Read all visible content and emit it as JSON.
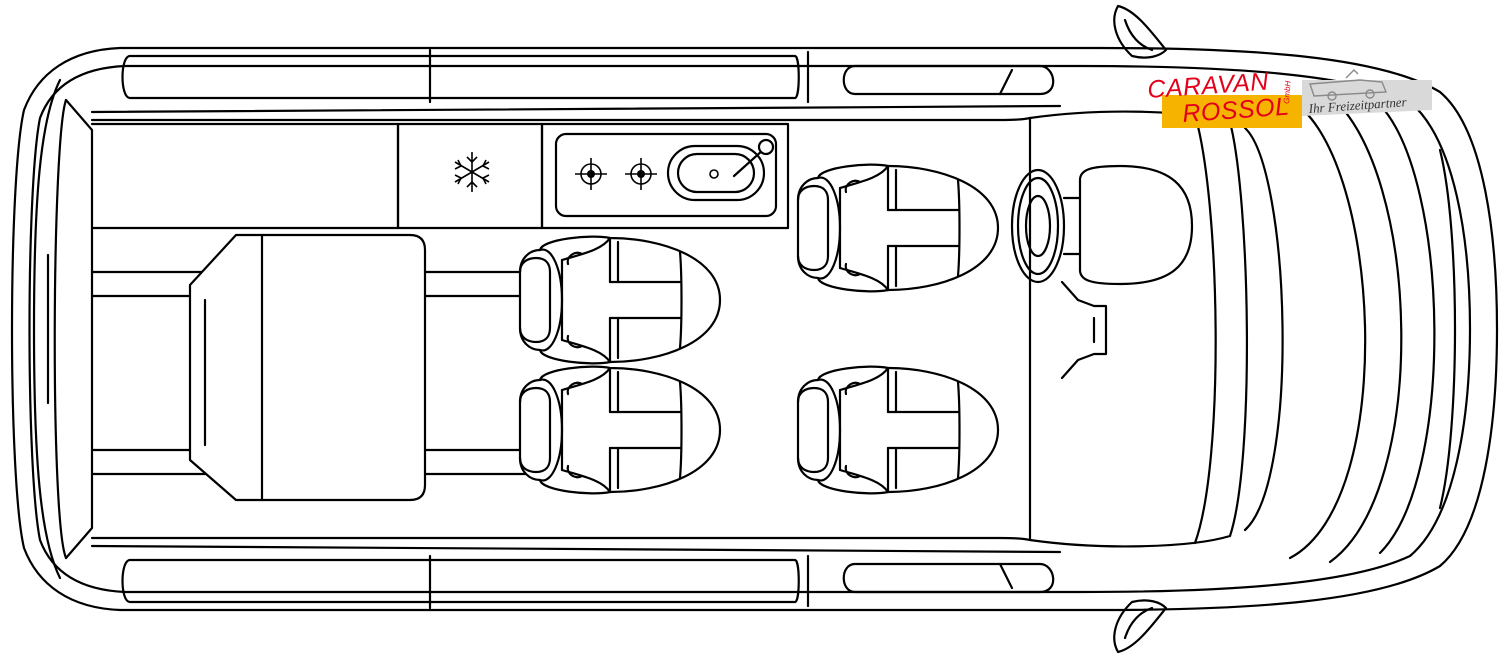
{
  "logo": {
    "line1": "CARAVAN",
    "line2": "ROSSOL",
    "suffix": "GmbH",
    "tagline": "Ihr Freizeitpartner",
    "colors": {
      "text": "#e3001b",
      "band": "#f6b300",
      "panel": "#d9d9d9"
    }
  },
  "icons": {
    "fridge": "snowflake-icon",
    "stove": "burner-icon",
    "sink": "sink-icon"
  }
}
